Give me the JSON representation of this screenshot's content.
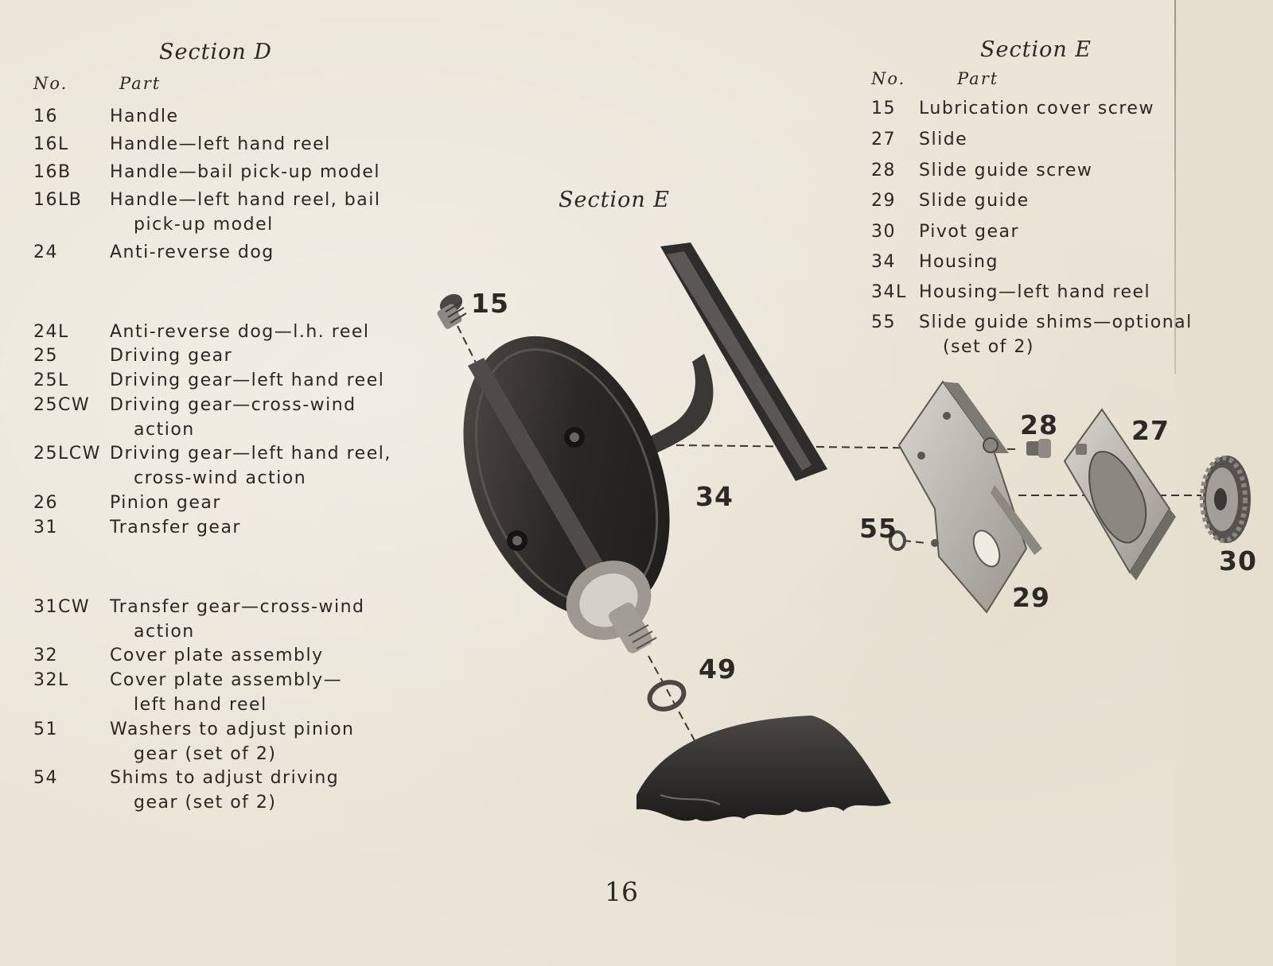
{
  "section_d": {
    "title": "Section D",
    "col_no": "No.",
    "col_part": "Part",
    "items": [
      {
        "no": "16",
        "part": "Handle",
        "cont": ""
      },
      {
        "no": "16L",
        "part": "Handle—left hand reel",
        "cont": ""
      },
      {
        "no": "16B",
        "part": "Handle—bail pick-up model",
        "cont": ""
      },
      {
        "no": "16LB",
        "part": "Handle—left hand reel, bail",
        "cont": "pick-up model"
      },
      {
        "no": "24",
        "part": "Anti-reverse dog",
        "cont": ""
      },
      {
        "no": "24L",
        "part": "Anti-reverse dog—l.h. reel",
        "cont": ""
      },
      {
        "no": "25",
        "part": "Driving gear",
        "cont": ""
      },
      {
        "no": "25L",
        "part": "Driving gear—left hand reel",
        "cont": ""
      },
      {
        "no": "25CW",
        "part": "Driving gear—cross-wind",
        "cont": "action"
      },
      {
        "no": "25LCW",
        "part": "Driving gear—left hand reel,",
        "cont": "cross-wind action"
      },
      {
        "no": "26",
        "part": "Pinion gear",
        "cont": ""
      },
      {
        "no": "31",
        "part": "Transfer gear",
        "cont": ""
      },
      {
        "no": "31CW",
        "part": "Transfer gear—cross-wind",
        "cont": "action"
      },
      {
        "no": "32",
        "part": "Cover plate assembly",
        "cont": ""
      },
      {
        "no": "32L",
        "part": "Cover plate assembly—",
        "cont": "left hand reel"
      },
      {
        "no": "51",
        "part": "Washers to adjust pinion",
        "cont": "gear (set of 2)"
      },
      {
        "no": "54",
        "part": "Shims to adjust driving",
        "cont": "gear (set of 2)"
      }
    ]
  },
  "section_e": {
    "title": "Section E",
    "col_no": "No.",
    "col_part": "Part",
    "items": [
      {
        "no": "15",
        "part": "Lubrication cover screw",
        "cont": ""
      },
      {
        "no": "27",
        "part": "Slide",
        "cont": ""
      },
      {
        "no": "28",
        "part": "Slide guide screw",
        "cont": ""
      },
      {
        "no": "29",
        "part": "Slide guide",
        "cont": ""
      },
      {
        "no": "30",
        "part": "Pivot gear",
        "cont": ""
      },
      {
        "no": "34",
        "part": "Housing",
        "cont": ""
      },
      {
        "no": "34L",
        "part": "Housing—left hand reel",
        "cont": ""
      },
      {
        "no": "55",
        "part": "Slide guide shims—optional",
        "cont": "(set of 2)"
      }
    ]
  },
  "diagram": {
    "title": "Section E",
    "callouts": {
      "c15": "15",
      "c34": "34",
      "c49": "49",
      "c28": "28",
      "c27": "27",
      "c55": "55",
      "c29": "29",
      "c30": "30"
    }
  },
  "page_number": "16",
  "colors": {
    "paper": "#ebe5d8",
    "ink": "#2a2724",
    "metal_dark": "#2e2c2a",
    "metal_light": "#b8b4ad"
  }
}
